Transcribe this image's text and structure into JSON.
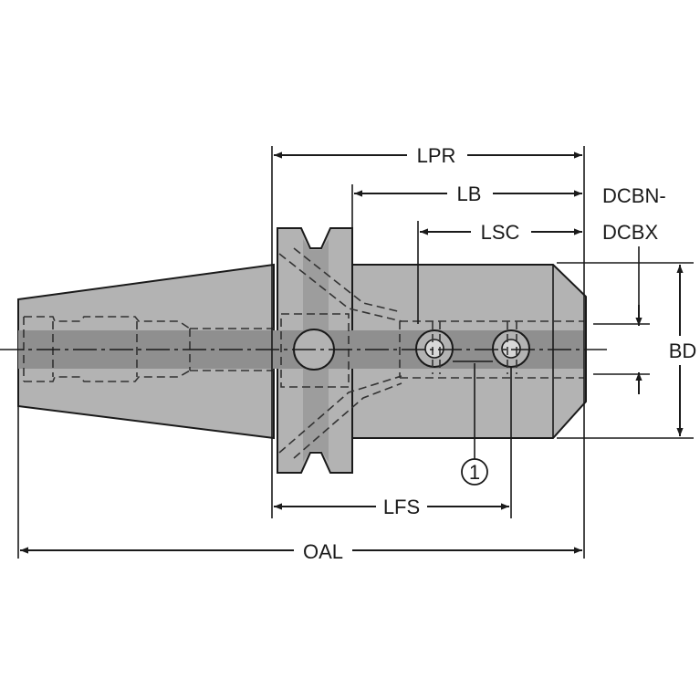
{
  "dimensions": {
    "lpr": "LPR",
    "lb": "LB",
    "lsc": "LSC",
    "dcbn_line1": "DCBN-",
    "dcbn_line2": "DCBX",
    "bd": "BD",
    "lfs": "LFS",
    "oal": "OAL"
  },
  "callout": "1",
  "colors": {
    "body": "#b3b3b3",
    "bore": "#8f8f8f",
    "line": "#1a1a1a",
    "background": "#ffffff"
  }
}
